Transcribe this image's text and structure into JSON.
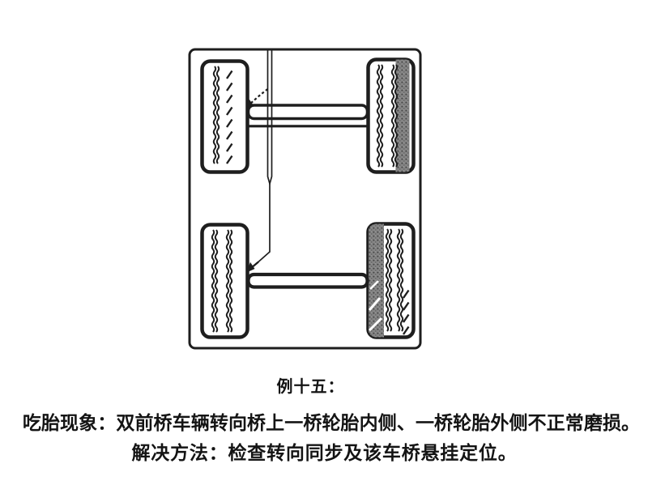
{
  "texts": {
    "caption": "例十五：",
    "line1": "吃胎现象：双前桥车辆转向桥上一桥轮胎内侧、一桥轮胎外侧不正常磨损。",
    "line2": "解决方法：检查转向同步及该车桥悬挂定位。"
  },
  "diagram": {
    "type": "vehicle-top-view-axle-wear",
    "colors": {
      "line": "#1e1e1e",
      "wear_shade": "#858585",
      "background": "#ffffff"
    },
    "tires": [
      {
        "id": "axle1-left",
        "wear": "none"
      },
      {
        "id": "axle1-right",
        "wear": "outer-side-shaded"
      },
      {
        "id": "axle2-left",
        "wear": "none"
      },
      {
        "id": "axle2-right",
        "wear": "inner-side-shaded"
      }
    ]
  }
}
